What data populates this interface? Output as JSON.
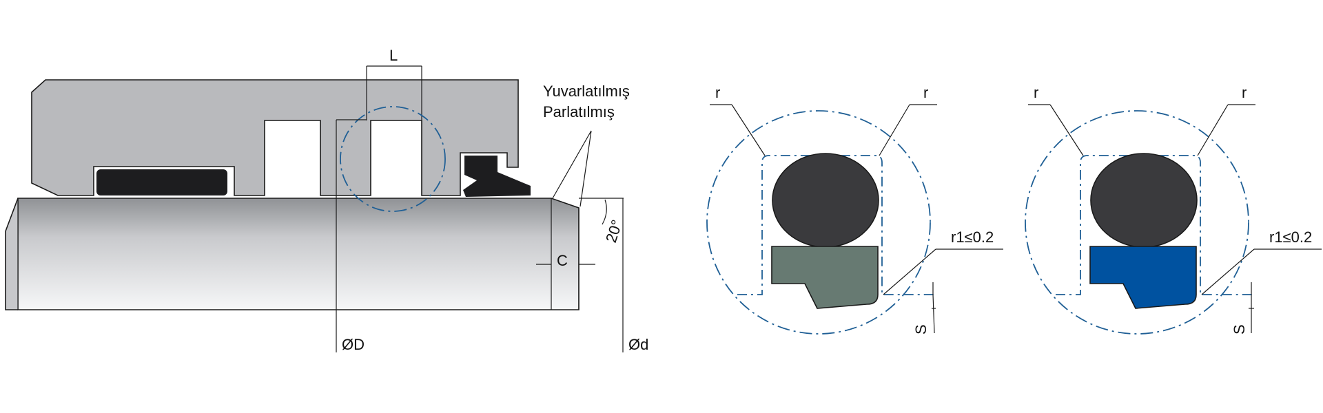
{
  "labels": {
    "L": "L",
    "surface_line1": "Yuvarlatılmış",
    "surface_line2": "Parlatılmış",
    "angle": "20°",
    "C": "C",
    "D": "ØD",
    "d": "Ød",
    "r_left_1": "r",
    "r_right_1": "r",
    "r1_1": "r1≤0.2",
    "s_1": "S",
    "r_left_2": "r",
    "r_right_2": "r",
    "r1_2": "r1≤0.2",
    "s_2": "S"
  },
  "colors": {
    "housing": "#b9babd",
    "rod_light": "#f4f5f6",
    "rod_dark": "#9c9ea2",
    "seal_black": "#1d1d1f",
    "oring": "#3a3a3d",
    "ring_green": "#677a72",
    "ring_blue": "#0052a0",
    "detail_circle": "#1f5f95"
  }
}
